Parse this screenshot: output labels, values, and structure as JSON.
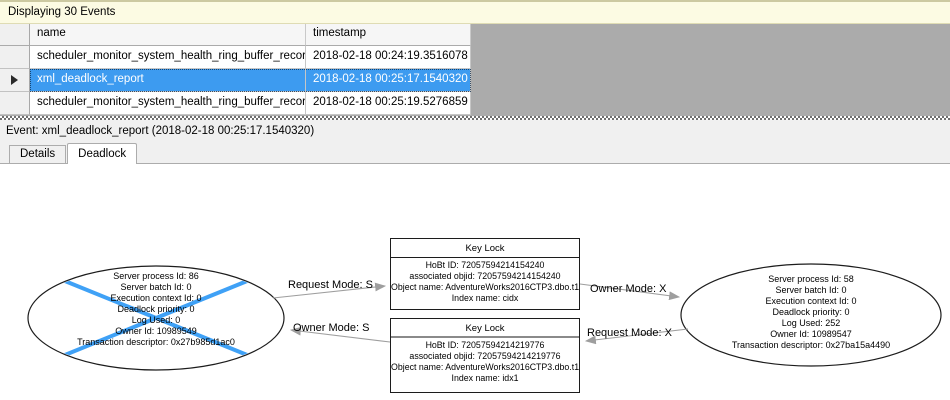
{
  "events_pane": {
    "title": "Displaying 30 Events",
    "columns": {
      "name": "name",
      "timestamp": "timestamp"
    },
    "row_marker_icon": "triangle-right",
    "rows": [
      {
        "name": "scheduler_monitor_system_health_ring_buffer_recorded",
        "timestamp": "2018-02-18 00:24:19.3516078",
        "selected": false
      },
      {
        "name": "xml_deadlock_report",
        "timestamp": "2018-02-18 00:25:17.1540320",
        "selected": true
      },
      {
        "name": "scheduler_monitor_system_health_ring_buffer_recorded",
        "timestamp": "2018-02-18 00:25:19.5276859",
        "selected": false
      }
    ]
  },
  "event_bar": {
    "label": "Event: xml_deadlock_report (2018-02-18 00:25:17.1540320)"
  },
  "tabs": [
    {
      "label": "Details",
      "active": false
    },
    {
      "label": "Deadlock",
      "active": true
    }
  ],
  "graph": {
    "process_left": {
      "victim": true,
      "lines": [
        "Server process Id: 86",
        "Server batch Id: 0",
        "Execution context Id: 0",
        "Deadlock priority: 0",
        "Log Used: 0",
        "Owner Id: 10989549",
        "Transaction descriptor: 0x27b985d1ac0"
      ]
    },
    "process_right": {
      "victim": false,
      "lines": [
        "Server process Id: 58",
        "Server batch Id: 0",
        "Execution context Id: 0",
        "Deadlock priority: 0",
        "Log Used: 252",
        "Owner Id: 10989547",
        "Transaction descriptor: 0x27ba15a4490"
      ]
    },
    "lock_top": {
      "title": "Key Lock",
      "lines": [
        "HoBt ID: 72057594214154240",
        "associated objid: 72057594214154240",
        "Object name: AdventureWorks2016CTP3.dbo.t1",
        "Index name: cidx"
      ]
    },
    "lock_bottom": {
      "title": "Key Lock",
      "lines": [
        "HoBt ID: 72057594214219776",
        "associated objid: 72057594214219776",
        "Object name: AdventureWorks2016CTP3.dbo.t1",
        "Index name: idx1"
      ]
    },
    "edges": [
      {
        "label": "Request Mode: S",
        "from": "process-left",
        "to": "lock-top"
      },
      {
        "label": "Owner Mode: S",
        "from": "lock-bottom",
        "to": "process-left"
      },
      {
        "label": "Owner Mode: X",
        "from": "lock-top",
        "to": "process-right"
      },
      {
        "label": "Request Mode: X",
        "from": "process-right",
        "to": "lock-bottom"
      }
    ]
  },
  "colors": {
    "info_bar": "#FCFBE3",
    "info_bar_border": "#CCC9A1",
    "grid_bg": "#ABABAB",
    "selection": "#3D9BF0",
    "pane_bg": "#F0F0F0",
    "victim": "#3FA1F6",
    "arrow": "#9E9E9E"
  }
}
